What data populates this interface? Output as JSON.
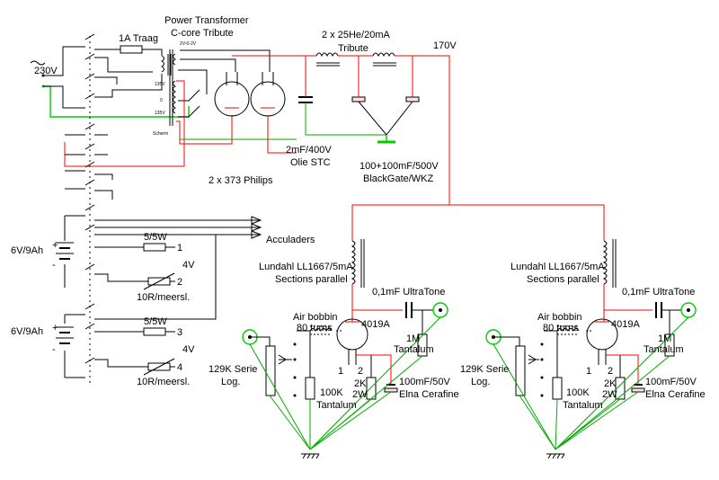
{
  "colors": {
    "wire": "#000000",
    "hv": "#ff0000",
    "ground": "#00aa00"
  },
  "labels": {
    "power_transformer": "Power Transformer",
    "c_core": "C-core Tribute",
    "fuse": "1A Traag",
    "mains": "230V",
    "choke": "2 x 25He/20mA",
    "choke_brand": "Tribute",
    "b_plus_170": "170V",
    "secondary_tap": "2V-0-2V",
    "tap_135_top": "135V",
    "tap_0": "0",
    "tap_135_bottom": "135V",
    "shield": "Scherm",
    "cap_oil_value": "2mF/400V",
    "cap_oil_type": "Olie STC",
    "cap_bg_value": "100+100mF/500V",
    "cap_bg_type": "BlackGate/WKZ",
    "rectifier": "2 x 373 Philips",
    "battery_1": "6V/9Ah",
    "battery_2": "6V/9Ah",
    "plus_1": "+",
    "minus_1": "-",
    "plus_2": "+",
    "minus_2": "-",
    "accu": "Acculaders",
    "res_5w_1": "5/5W",
    "res_5w_2": "5/5W",
    "out_1": "1",
    "out_2": "2",
    "out_3": "3",
    "out_4": "4",
    "v4_1": "4V",
    "v4_2": "4V",
    "meter_1": "10R/meersl.",
    "meter_2": "10R/meersl.",
    "left": {
      "transformer": "Lundahl LL1667/5mA",
      "sections": "Sections parallel",
      "coupling": "0,1mF UltraTone",
      "bobbin": "Air bobbin",
      "turns": "80 turns",
      "tube": "4019A",
      "tantalum_1m_val": "1M",
      "tantalum_1m": "Tantalum",
      "pot": "129K Serie",
      "pot_log": "Log.",
      "pin1": "1",
      "pin2": "2",
      "r100k": "100K",
      "r100k_type": "Tantalum",
      "r2k": "2K",
      "r2w": "2W",
      "cap_100mf": "100mF/50V",
      "cap_elna": "Elna Cerafine"
    },
    "right": {
      "transformer": "Lundahl LL1667/5mA",
      "sections": "Sections parallel",
      "coupling": "0,1mF UltraTone",
      "bobbin": "Air bobbin",
      "turns": "80 turns",
      "tube": "4019A",
      "tantalum_1m_val": "1M",
      "tantalum_1m": "Tantalum",
      "pot": "129K Serie",
      "pot_log": "Log.",
      "pin1": "1",
      "pin2": "2",
      "r100k": "100K",
      "r100k_type": "Tantalum",
      "r2k": "2K",
      "r2w": "2W",
      "cap_100mf": "100mF/50V",
      "cap_elna": "Elna Cerafine"
    }
  }
}
